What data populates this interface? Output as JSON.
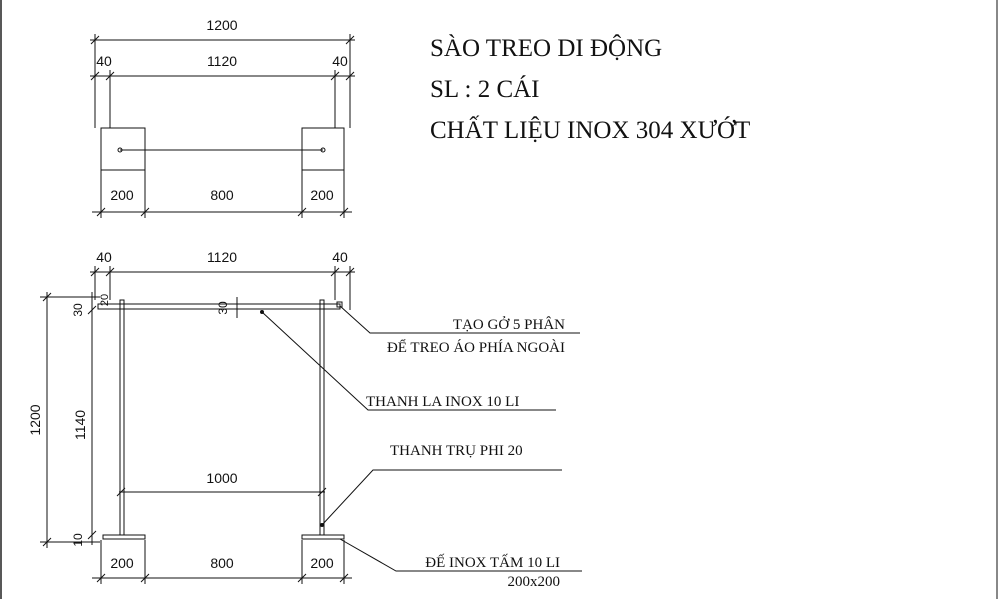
{
  "title": {
    "line1": "SÀO TREO DI ĐỘNG",
    "line2": "SL : 2 CÁI",
    "line3": "CHẤT LIỆU INOX 304 XƯỚT"
  },
  "top_view": {
    "overall_width": "1200",
    "left_offset": "40",
    "inner_width": "1120",
    "right_offset": "40",
    "left_plate": "200",
    "plate_spacing": "800",
    "right_plate": "200"
  },
  "front_view": {
    "left_offset": "40",
    "inner_width": "1120",
    "right_offset": "40",
    "overall_height": "1200",
    "post_height": "1140",
    "top_gap": "30",
    "top_small": "20",
    "bar_dim": "30",
    "base_thickness": "10",
    "crossbar_width": "1000",
    "left_plate": "200",
    "plate_spacing": "800",
    "right_plate": "200"
  },
  "notes": {
    "hook_line1": "TẠO GỞ 5 PHÂN",
    "hook_line2": "ĐỂ TREO ÁO PHÍA NGOÀI",
    "flat_bar": "THANH LA INOX 10 LI",
    "post": "THANH TRỤ PHI 20",
    "base_line1": "ĐẾ INOX TẤM 10 LI",
    "base_line2": "200x200"
  }
}
